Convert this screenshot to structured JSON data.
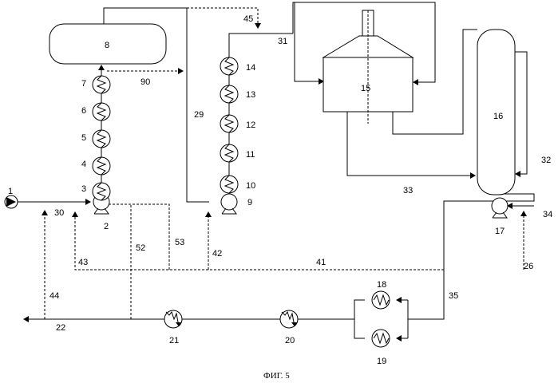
{
  "figure": {
    "caption": "ФИГ. 5",
    "equipment_labels": [
      "1",
      "2",
      "3",
      "4",
      "5",
      "6",
      "7",
      "8",
      "9",
      "10",
      "11",
      "12",
      "13",
      "14",
      "15",
      "16",
      "17",
      "18",
      "19",
      "20",
      "21"
    ],
    "stream_labels": [
      "22",
      "26",
      "29",
      "30",
      "31",
      "32",
      "33",
      "34",
      "35",
      "41",
      "42",
      "43",
      "44",
      "45",
      "52",
      "53",
      "90"
    ]
  }
}
